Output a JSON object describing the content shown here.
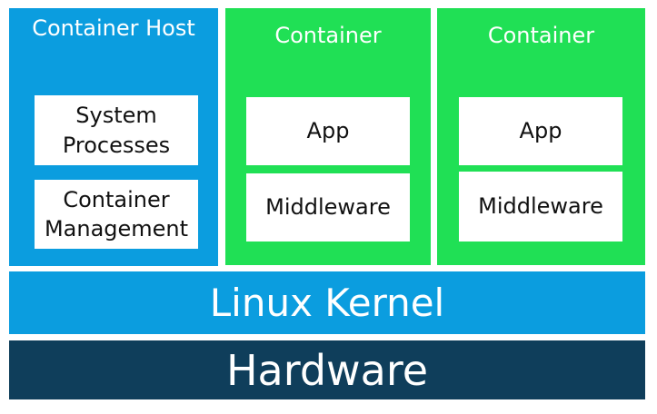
{
  "host": {
    "title": "Container Host",
    "box1": "System\nProcesses",
    "box2": "Container\nManagement"
  },
  "containers": [
    {
      "title": "Container",
      "app": "App",
      "middleware": "Middleware"
    },
    {
      "title": "Container",
      "app": "App",
      "middleware": "Middleware"
    }
  ],
  "kernel": "Linux Kernel",
  "hardware": "Hardware",
  "colors": {
    "host_blue": "#0b9ddf",
    "container_green": "#20e055",
    "hardware_navy": "#0f3e5b"
  }
}
